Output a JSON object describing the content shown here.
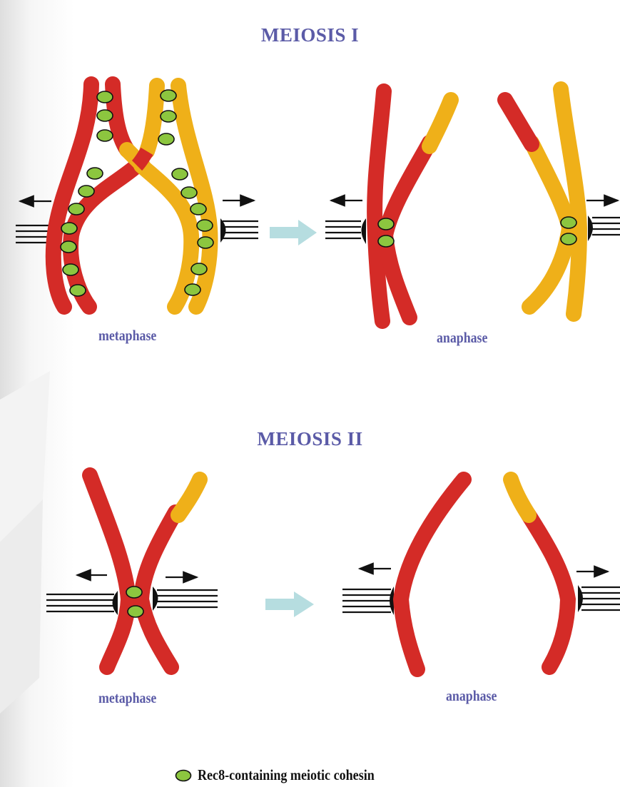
{
  "meiosis1": {
    "title": "MEIOSIS I",
    "metaphase_label": "metaphase",
    "anaphase_label": "anaphase"
  },
  "meiosis2": {
    "title": "MEIOSIS II",
    "metaphase_label": "metaphase",
    "anaphase_label": "anaphase"
  },
  "legend": {
    "text": "Rec8-containing meiotic cohesin"
  },
  "colors": {
    "title_text": "#5b5ba7",
    "chromosome_red": "#d42b27",
    "chromosome_yellow": "#efb019",
    "cohesin_green": "#8cc63f",
    "progression_arrow": "#b6dde0"
  }
}
